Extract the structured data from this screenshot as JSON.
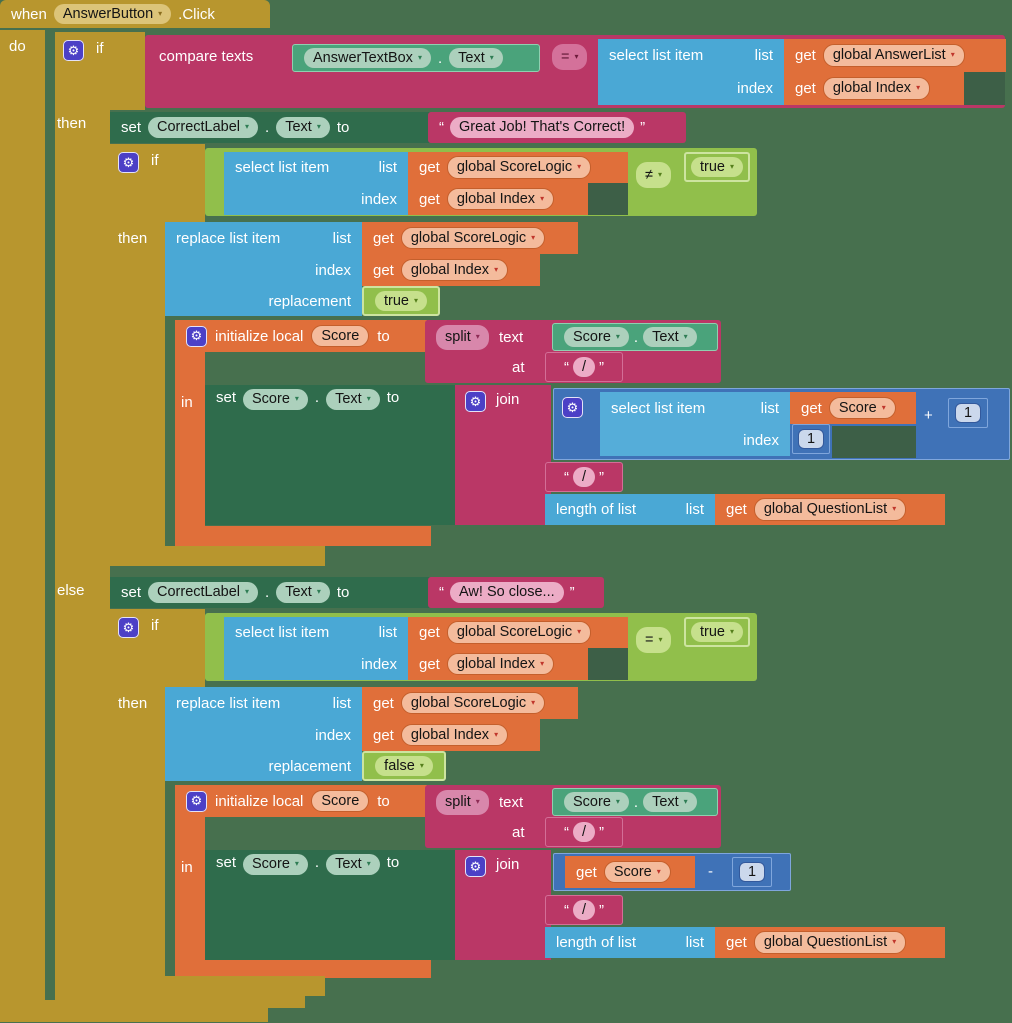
{
  "colors": {
    "canvas": "#47704E",
    "event_gold": "#B8962E",
    "text_magenta": "#BA3766",
    "list_blue": "#4AA8D5",
    "variable_orange": "#E06F3A",
    "setter_green": "#2F6C4C",
    "getter_green": "#4AA37B",
    "logic_green": "#91BF4B",
    "math_blue": "#3F72B7",
    "mutator_indigo": "#4C40C6"
  },
  "icons": {
    "gear": "⚙",
    "dropdown": "▾",
    "quote_open": "“",
    "quote_close": "”"
  },
  "t": {
    "when": "when",
    "do": "do",
    "if": "if",
    "then": "then",
    "else": "else",
    "in": "in",
    "to": "to",
    "at": "at",
    "set": "set",
    "get": "get",
    "text": "text",
    "join": "join",
    "split": "split",
    "dot": ".",
    "compare_texts": "compare texts",
    "select_list_item": "select list item",
    "replace_list_item": "replace list item",
    "length_of_list": "length of list",
    "initialize_local": "initialize local",
    "list": "list",
    "index": "index",
    "replacement": "replacement",
    "eq": "=",
    "neq": "≠",
    "plus": "+",
    "minus": "-",
    "one": "1",
    "true": "true",
    "false": "false"
  },
  "vars": {
    "answer_list": "global AnswerList",
    "index": "global Index",
    "score_logic": "global ScoreLogic",
    "question_list": "global QuestionList",
    "score": "Score"
  },
  "components": {
    "answer_button": "AnswerButton",
    "event": ".Click",
    "answer_textbox": "AnswerTextBox",
    "correct_label": "CorrectLabel",
    "score": "Score",
    "text_prop": "Text"
  },
  "strings": {
    "correct_msg": "Great Job! That's Correct!",
    "wrong_msg": "Aw! So close...",
    "slash": "/"
  }
}
